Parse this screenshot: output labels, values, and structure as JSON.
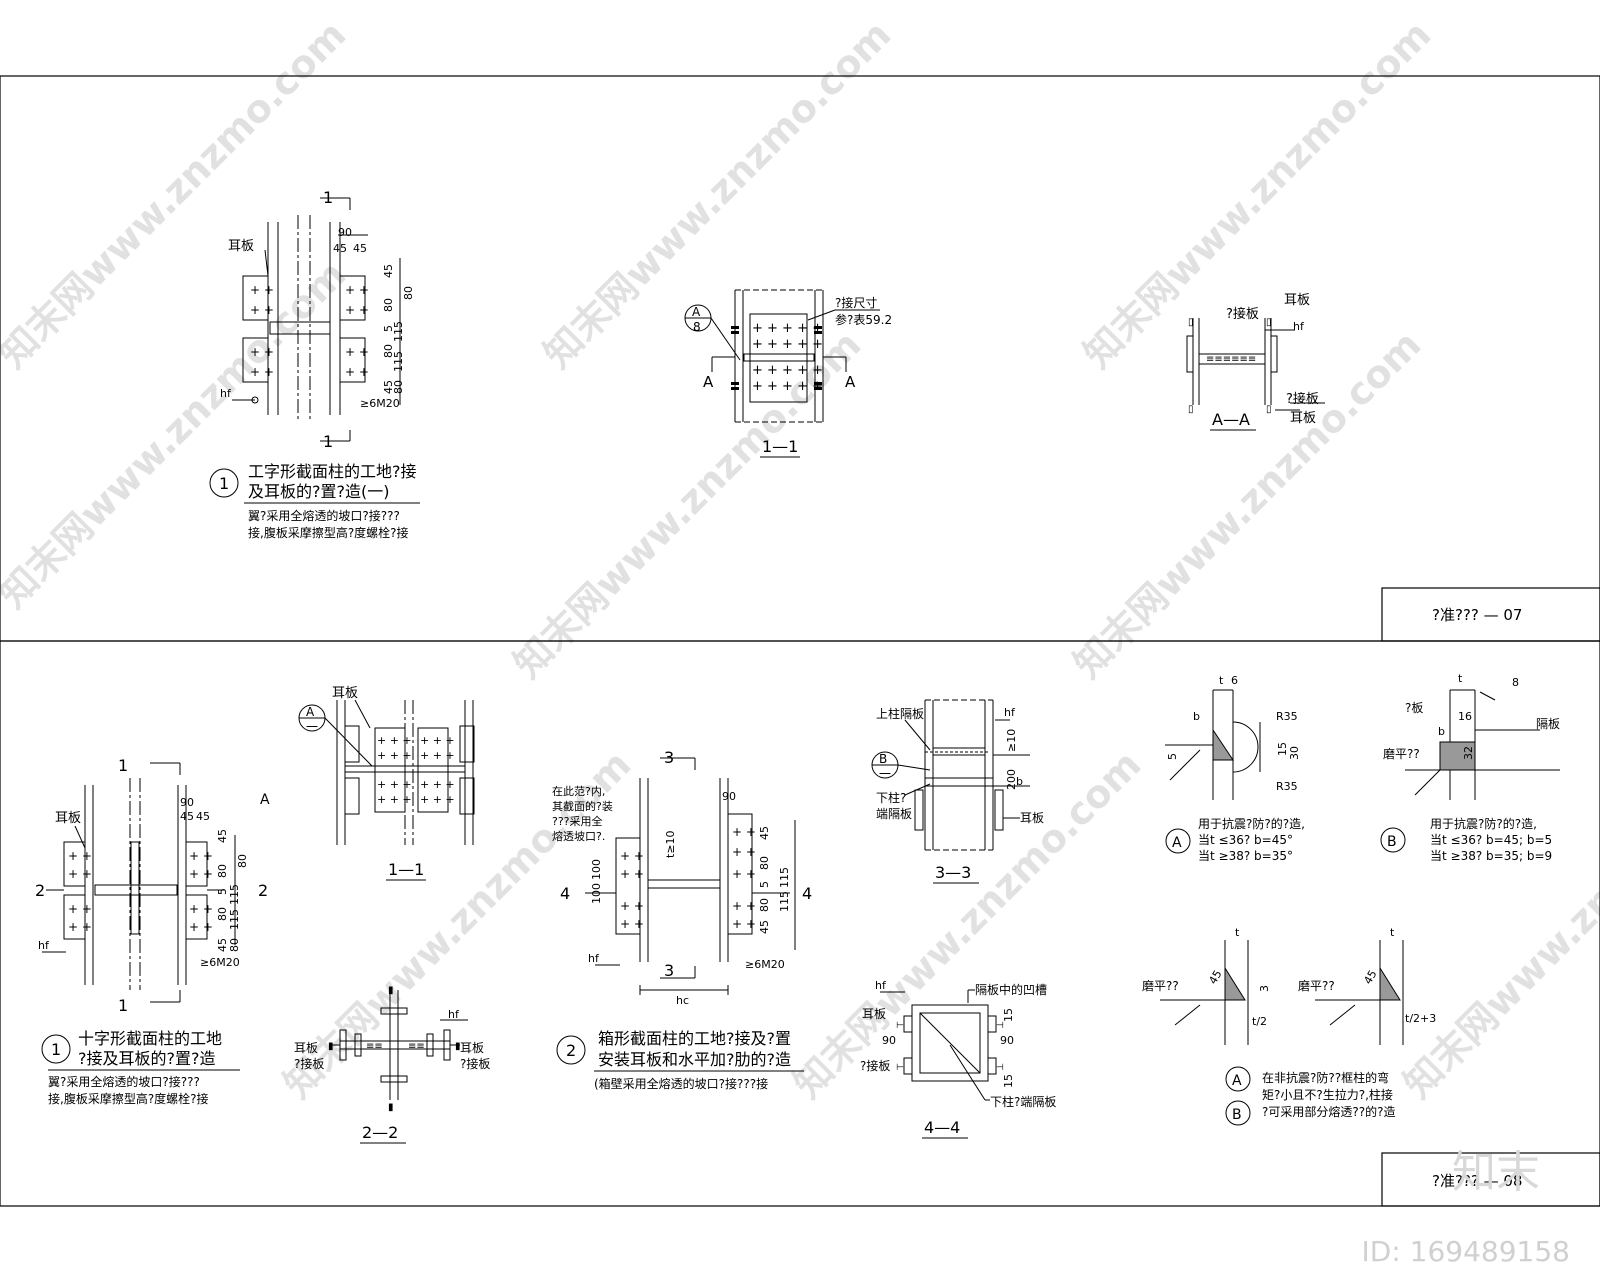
{
  "watermark": "知末网www.znzmo.com",
  "sheet_top": {
    "code": "?准??? — 07"
  },
  "sheet_bottom": {
    "code": "?准??? — 08"
  },
  "top": {
    "detail1": {
      "cut_mark": "1",
      "ear_plate": "耳板",
      "dims_top": [
        "90",
        "45",
        "45"
      ],
      "dims_side": [
        "45",
        "80",
        "5",
        "80",
        "45"
      ],
      "dims_side2": [
        "80",
        "115",
        "115",
        "80"
      ],
      "weld": "hf",
      "bolt": "≥6M20",
      "caption_no": "1",
      "caption_line1": "工字形截面柱的工地?接",
      "caption_line2": "及耳板的?置?造(一)",
      "note_line1": "翼?采用全熔透的坡口?接???",
      "note_line2": "接,腹板采摩擦型高?度螺栓?接"
    },
    "section11": {
      "marker_letter": "A",
      "marker_num": "8",
      "note_line1": "?接尺寸",
      "note_line2": "参?表59.2",
      "left_label": "A",
      "right_label": "A",
      "title": "1—1"
    },
    "sectionAA": {
      "splice_plate_1": "?接板",
      "ear_plate_1": "耳板",
      "weld": "hf",
      "splice_plate_2": "?接板",
      "ear_plate_2": "耳板",
      "title": "A—A"
    }
  },
  "bottom": {
    "detail1": {
      "cut_mark": "1",
      "side_mark": "2",
      "ear_plate": "耳板",
      "dims_top": [
        "90",
        "45",
        "45"
      ],
      "dims_side": [
        "45",
        "80",
        "5",
        "80",
        "45"
      ],
      "dims_side2": [
        "80",
        "115",
        "115",
        "80"
      ],
      "weld": "hf",
      "bolt": "≥6M20",
      "caption_no": "1",
      "caption_line1": "十字形截面柱的工地",
      "caption_line2": "?接及耳板的?置?造",
      "note_line1": "翼?采用全熔透的坡口?接???",
      "note_line2": "接,腹板采摩擦型高?度螺栓?接",
      "a_label": "A"
    },
    "section11": {
      "ear_plate": "耳板",
      "marker_letter": "A",
      "marker_num": "一",
      "title": "1—1"
    },
    "section22": {
      "ear_plate_l": "耳板",
      "splice_l": "?接板",
      "weld": "hf",
      "ear_plate_r": "耳板",
      "splice_r": "?接板",
      "title": "2—2"
    },
    "detail2": {
      "cut_mark": "3",
      "side_mark": "4",
      "note_lines": [
        "在此范?内,",
        "其截面的?装",
        "???采用全",
        "熔透坡口?."
      ],
      "dims": [
        "90",
        "45",
        "80",
        "5",
        "80",
        "45",
        "115",
        "115",
        "100",
        "100",
        "t≥10"
      ],
      "weld": "hf",
      "bolt": "≥6M20",
      "hc": "hc",
      "caption_no": "2",
      "caption_line1": "箱形截面柱的工地?接及?置",
      "caption_line2": "安装耳板和水平加?肋的?造",
      "note": "(箱壁采用全熔透的坡口?接???接"
    },
    "section33": {
      "upper_diaphragm": "上柱隔板",
      "weld": "hf",
      "marker_letter": "B",
      "marker_num": "一",
      "lower_col": "下柱?",
      "end_diaphragm": "端隔板",
      "ear_plate": "耳板",
      "dims": [
        "≥10",
        "200",
        "b"
      ],
      "title": "3—3"
    },
    "section44": {
      "weld": "hf",
      "groove": "隔板中的凹槽",
      "ear_plate": "耳板",
      "splice": "?接板",
      "dims": [
        "15",
        "90",
        "90",
        "15"
      ],
      "lower_diaphragm": "下柱?端隔板",
      "title": "4—4"
    },
    "detailA": {
      "letter": "A",
      "dims": [
        "t",
        "6",
        "R35",
        "15",
        "30",
        "R35",
        "5",
        "b"
      ],
      "line1": "用于抗震?防?的?造,",
      "line2": "当t ≤36? b=45°",
      "line3": "当t ≥38? b=35°"
    },
    "detailB": {
      "letter": "B",
      "dims": [
        "t",
        "8",
        "16",
        "32",
        "b"
      ],
      "plate": "?板",
      "diaphragm": "隔板",
      "grind": "磨平??",
      "line1": "用于抗震?防?的?造,",
      "line2": "当t ≤36? b=45; b=5",
      "line3": "当t ≥38? b=35; b=9"
    },
    "detailsAB2": {
      "grind_a": "磨平??",
      "grind_b": "磨平??",
      "dims_a": [
        "t",
        "45",
        "3",
        "t/2"
      ],
      "dims_b": [
        "t",
        "45",
        "t/2+3"
      ],
      "letter_a": "A",
      "letter_b": "B",
      "line1": "在非抗震?防??框柱的弯",
      "line2": "矩?小且不?生拉力?,柱接",
      "line3": "?可采用部分熔透??的?造"
    }
  },
  "footer": {
    "logo": "知末",
    "id": "ID: 169489158"
  }
}
